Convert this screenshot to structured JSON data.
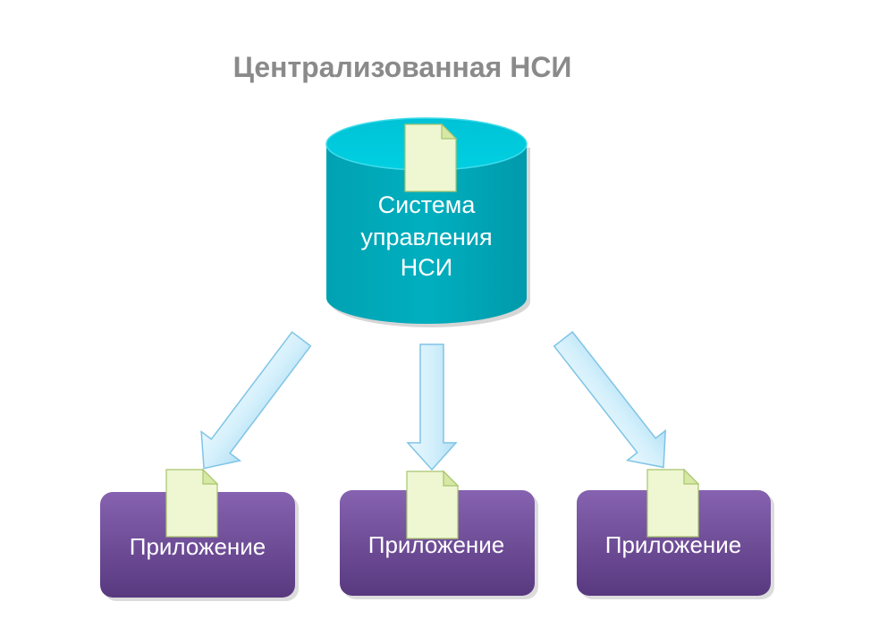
{
  "title": "Централизованная НСИ",
  "central": {
    "lines": [
      "Система",
      "управления",
      "НСИ"
    ],
    "icon": "document-icon"
  },
  "applications": [
    {
      "label": "Приложение",
      "icon": "document-icon"
    },
    {
      "label": "Приложение",
      "icon": "document-icon"
    },
    {
      "label": "Приложение",
      "icon": "document-icon"
    }
  ],
  "colors": {
    "title": "#8a8a8a",
    "cylinder_body": "#00a9b9",
    "cylinder_top": "#00c9dc",
    "arrow_fill": "#cdeefb",
    "arrow_stroke": "#7fc4e6",
    "application_top": "#8662b0",
    "application_bottom": "#58397f",
    "document_fill": "#eef7d2",
    "document_stroke": "#a9c46e"
  }
}
